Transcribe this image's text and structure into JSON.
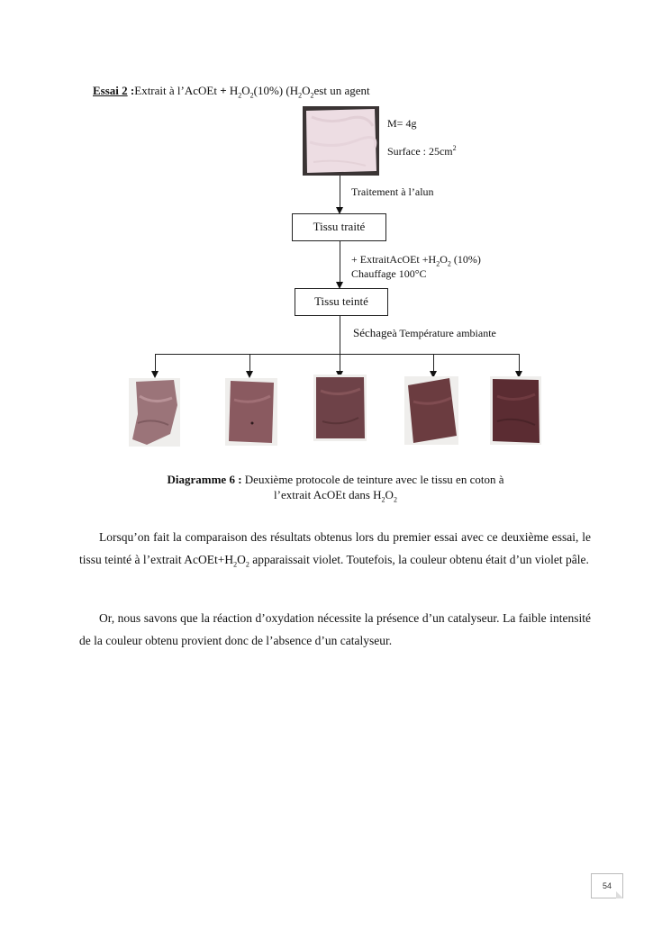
{
  "heading": {
    "label": "Essai 2",
    "colon": " :",
    "t1": "Extrait à l’AcOEt ",
    "plus": "+",
    "t2": " H",
    "s1": "2",
    "t3": "O",
    "s2": "2",
    "t4": "(10%) (H",
    "s3": "2",
    "t5": "O",
    "s4": "2",
    "t6": "est un agent"
  },
  "fabric": {
    "mass": "M= 4g",
    "surface": "Surface : 25cm",
    "surface_sup": "2"
  },
  "step1": "Traitement à l’alun",
  "box1": "Tissu traité",
  "step2": {
    "line1_a": "+ ExtraitAcOEt  +H",
    "line1_s1": "2",
    "line1_b": "O",
    "line1_s2": "2",
    "line1_c": " (10%)",
    "line2": "Chauffage 100°C"
  },
  "box2": "Tissu teinté",
  "step3": {
    "a": "Séchage",
    "b": "à Température ambiante"
  },
  "swatch_colors": [
    "#9b7479",
    "#8a5a60",
    "#6e4248",
    "#6b3c40",
    "#5b2c32"
  ],
  "caption": {
    "label": "Diagramme 6 :",
    "line1": " Deuxième protocole de teinture avec le tissu en coton à",
    "line2_a": "l’extrait AcOEt dans H",
    "line2_s1": "2",
    "line2_b": "O",
    "line2_s2": "2"
  },
  "para1": {
    "a": "Lorsqu’on fait la comparaison des résultats obtenus lors du premier essai avec ce deuxième essai, le tissu teinté à l’extrait AcOEt+H",
    "s1": "2",
    "b": "O",
    "s2": "2",
    "c": " apparaissait violet. Toutefois, la couleur obtenu était d’un violet pâle."
  },
  "para2": "Or, nous savons que la réaction d’oxydation nécessite la présence d’un catalyseur. La faible intensité de la couleur obtenu provient donc de l’absence d’un catalyseur.",
  "page_number": "54"
}
